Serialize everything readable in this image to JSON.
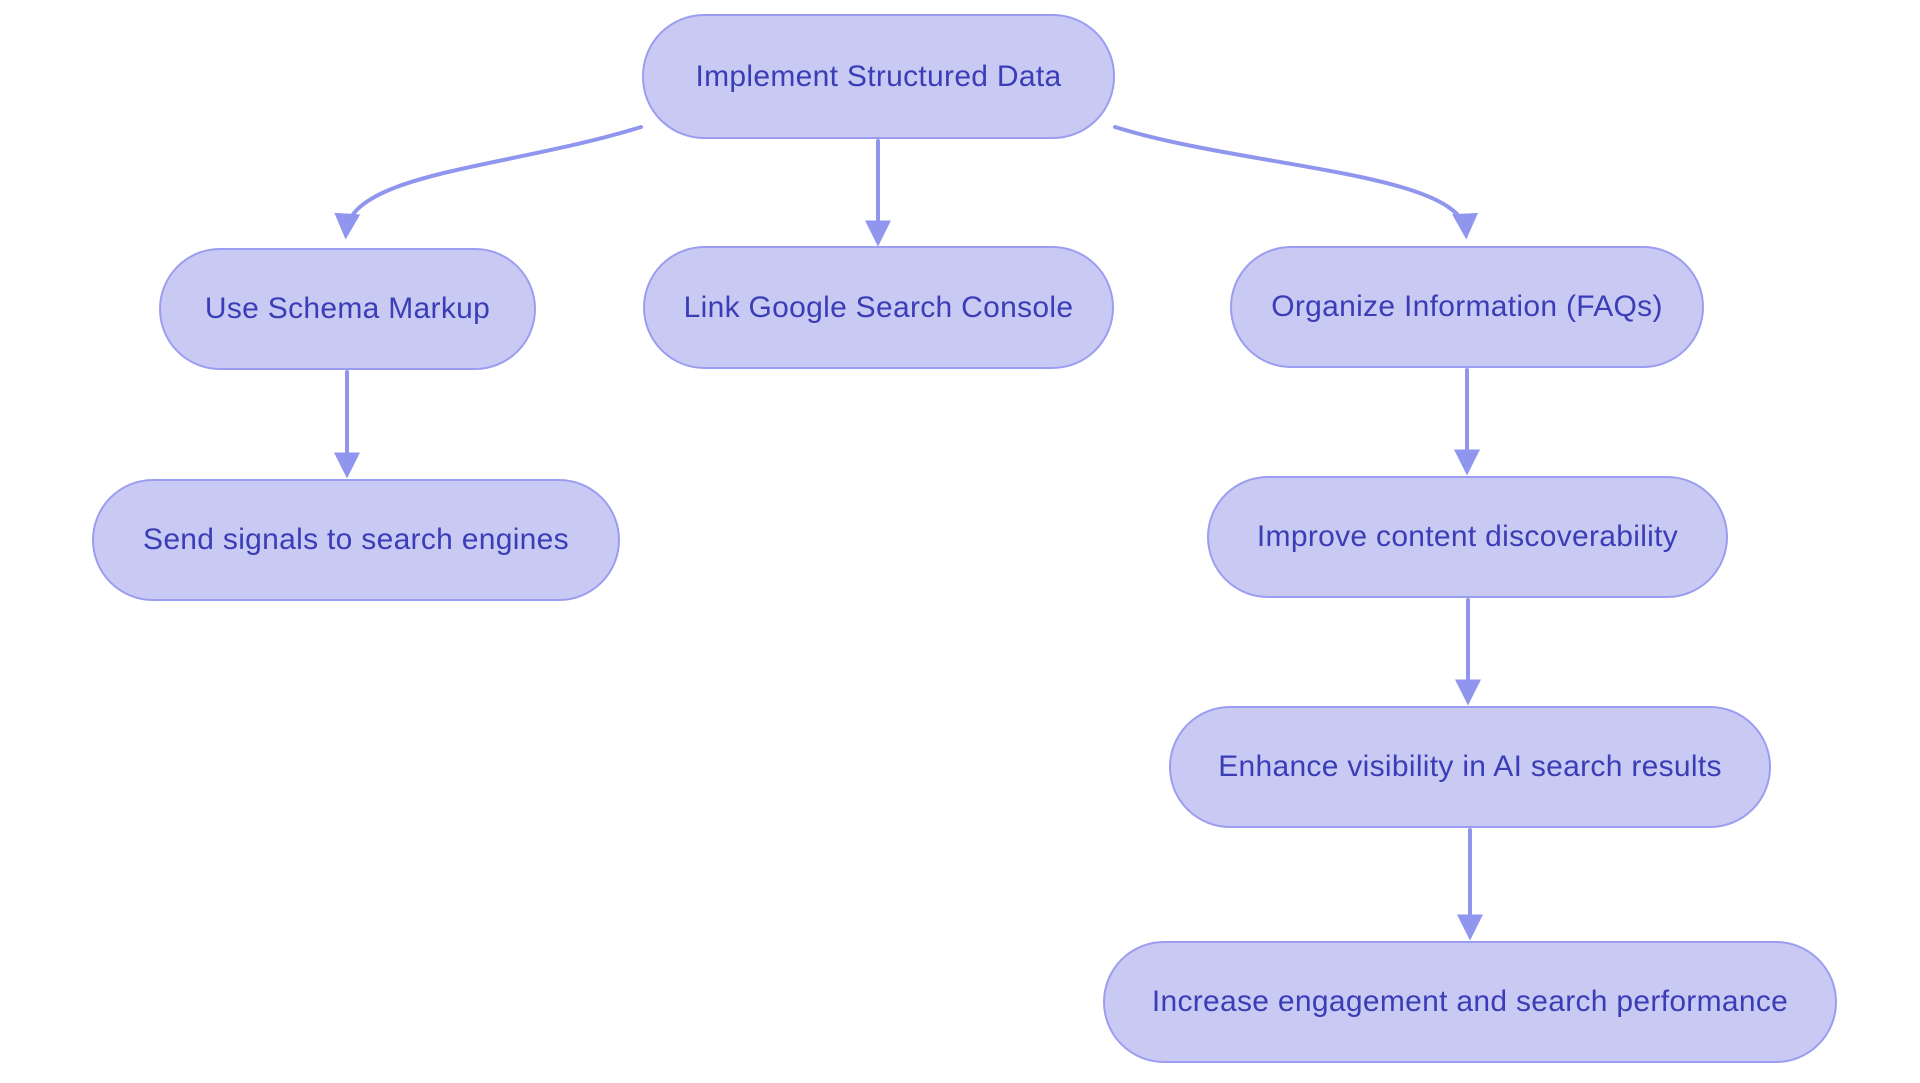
{
  "diagram": {
    "type": "flowchart",
    "direction": "top-down",
    "background_color": "#ffffff",
    "colors": {
      "node_fill": "#c9caf4",
      "node_border": "#9b9ef0",
      "node_text": "#3a3db6",
      "arrow": "#9096ee"
    },
    "nodes": [
      {
        "id": "implement-structured-data",
        "label": "Implement Structured Data"
      },
      {
        "id": "use-schema-markup",
        "label": "Use Schema Markup"
      },
      {
        "id": "link-google-search-console",
        "label": "Link Google Search Console"
      },
      {
        "id": "organize-information-faqs",
        "label": "Organize Information (FAQs)"
      },
      {
        "id": "send-signals-to-search-engines",
        "label": "Send signals to search engines"
      },
      {
        "id": "improve-content-discoverability",
        "label": "Improve content discoverability"
      },
      {
        "id": "enhance-visibility-in-ai-search-results",
        "label": "Enhance visibility in AI search results"
      },
      {
        "id": "increase-engagement-and-search-performance",
        "label": "Increase engagement and search performance"
      }
    ],
    "edges": [
      {
        "from": "implement-structured-data",
        "to": "use-schema-markup"
      },
      {
        "from": "implement-structured-data",
        "to": "link-google-search-console"
      },
      {
        "from": "implement-structured-data",
        "to": "organize-information-faqs"
      },
      {
        "from": "use-schema-markup",
        "to": "send-signals-to-search-engines"
      },
      {
        "from": "organize-information-faqs",
        "to": "improve-content-discoverability"
      },
      {
        "from": "improve-content-discoverability",
        "to": "enhance-visibility-in-ai-search-results"
      },
      {
        "from": "enhance-visibility-in-ai-search-results",
        "to": "increase-engagement-and-search-performance"
      }
    ]
  }
}
